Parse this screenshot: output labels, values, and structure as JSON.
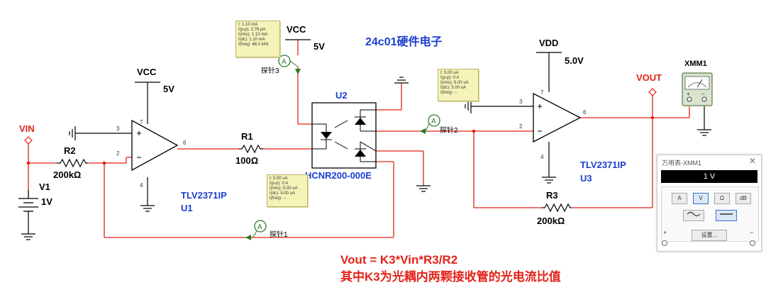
{
  "title": "24c01硬件电子",
  "formula": {
    "line1": "Vout = K3*Vin*R3/R2",
    "line2": "其中K3为光耦内两颗接收管的光电流比值"
  },
  "colors": {
    "wire": "#e2231a",
    "text": "#000000",
    "label_blue": "#1a3fcf",
    "green": "#2b7a2b",
    "probe_bg": "#f6f3b9"
  },
  "supplies": {
    "vcc1_label": "VCC",
    "vcc1_value": "5V",
    "vcc2_label": "VCC",
    "vcc2_value": "5V",
    "vdd_label": "VDD",
    "vdd_value": "5.0V"
  },
  "nets": {
    "vin": "VIN",
    "vout": "VOUT"
  },
  "components": {
    "r1": {
      "ref": "R1",
      "value": "100Ω"
    },
    "r2": {
      "ref": "R2",
      "value": "200kΩ"
    },
    "r3": {
      "ref": "R3",
      "value": "200kΩ"
    },
    "v1": {
      "ref": "V1",
      "value": "1V"
    },
    "u1": {
      "part": "TLV2371IP",
      "ref": "U1"
    },
    "u2": {
      "part": "HCNR200-000E",
      "ref": "U2"
    },
    "u3": {
      "part": "TLV2371IP",
      "ref": "U3"
    },
    "xmm1": {
      "ref": "XMM1"
    }
  },
  "pins": {
    "u1": {
      "inp": "3",
      "inn": "2",
      "out": "6",
      "vp": "7",
      "vn": "4"
    },
    "u3": {
      "inp": "3",
      "inn": "2",
      "out": "6",
      "vp": "7",
      "vn": "4"
    }
  },
  "probes": {
    "probe1": {
      "label": "探针1",
      "lines": [
        "I: 5.00 uA",
        "I(p-p): 0 A",
        "I(rms): 5.00 uA",
        "I(dc): 5.00 uA",
        "I(freq): --"
      ]
    },
    "probe2": {
      "label": "探针2",
      "lines": [
        "I: 5.00 uA",
        "I(p-p): 0 A",
        "I(rms): 5.00 uA",
        "I(dc): 5.00 uA",
        "I(freq): --"
      ]
    },
    "probe3": {
      "label": "探针3",
      "lines": [
        "I: 1.10 mA",
        "I(p-p): 2.78 pA",
        "I(rms): 1.10 mA",
        "I(dc): 1.10 mA",
        "I(freq): 48.0 kHz"
      ]
    }
  },
  "ammeter_symbol": "A",
  "multimeter": {
    "title": "万用表-XMM1",
    "close": "✕",
    "display": "1 V",
    "buttons": {
      "a": "A",
      "v": "V",
      "ohm": "Ω",
      "db": "dB"
    },
    "active_mode": "V",
    "settings": "设置...",
    "plus": "+",
    "minus": "−"
  },
  "xmm_terminals": {
    "plus": "+",
    "minus": "−"
  }
}
